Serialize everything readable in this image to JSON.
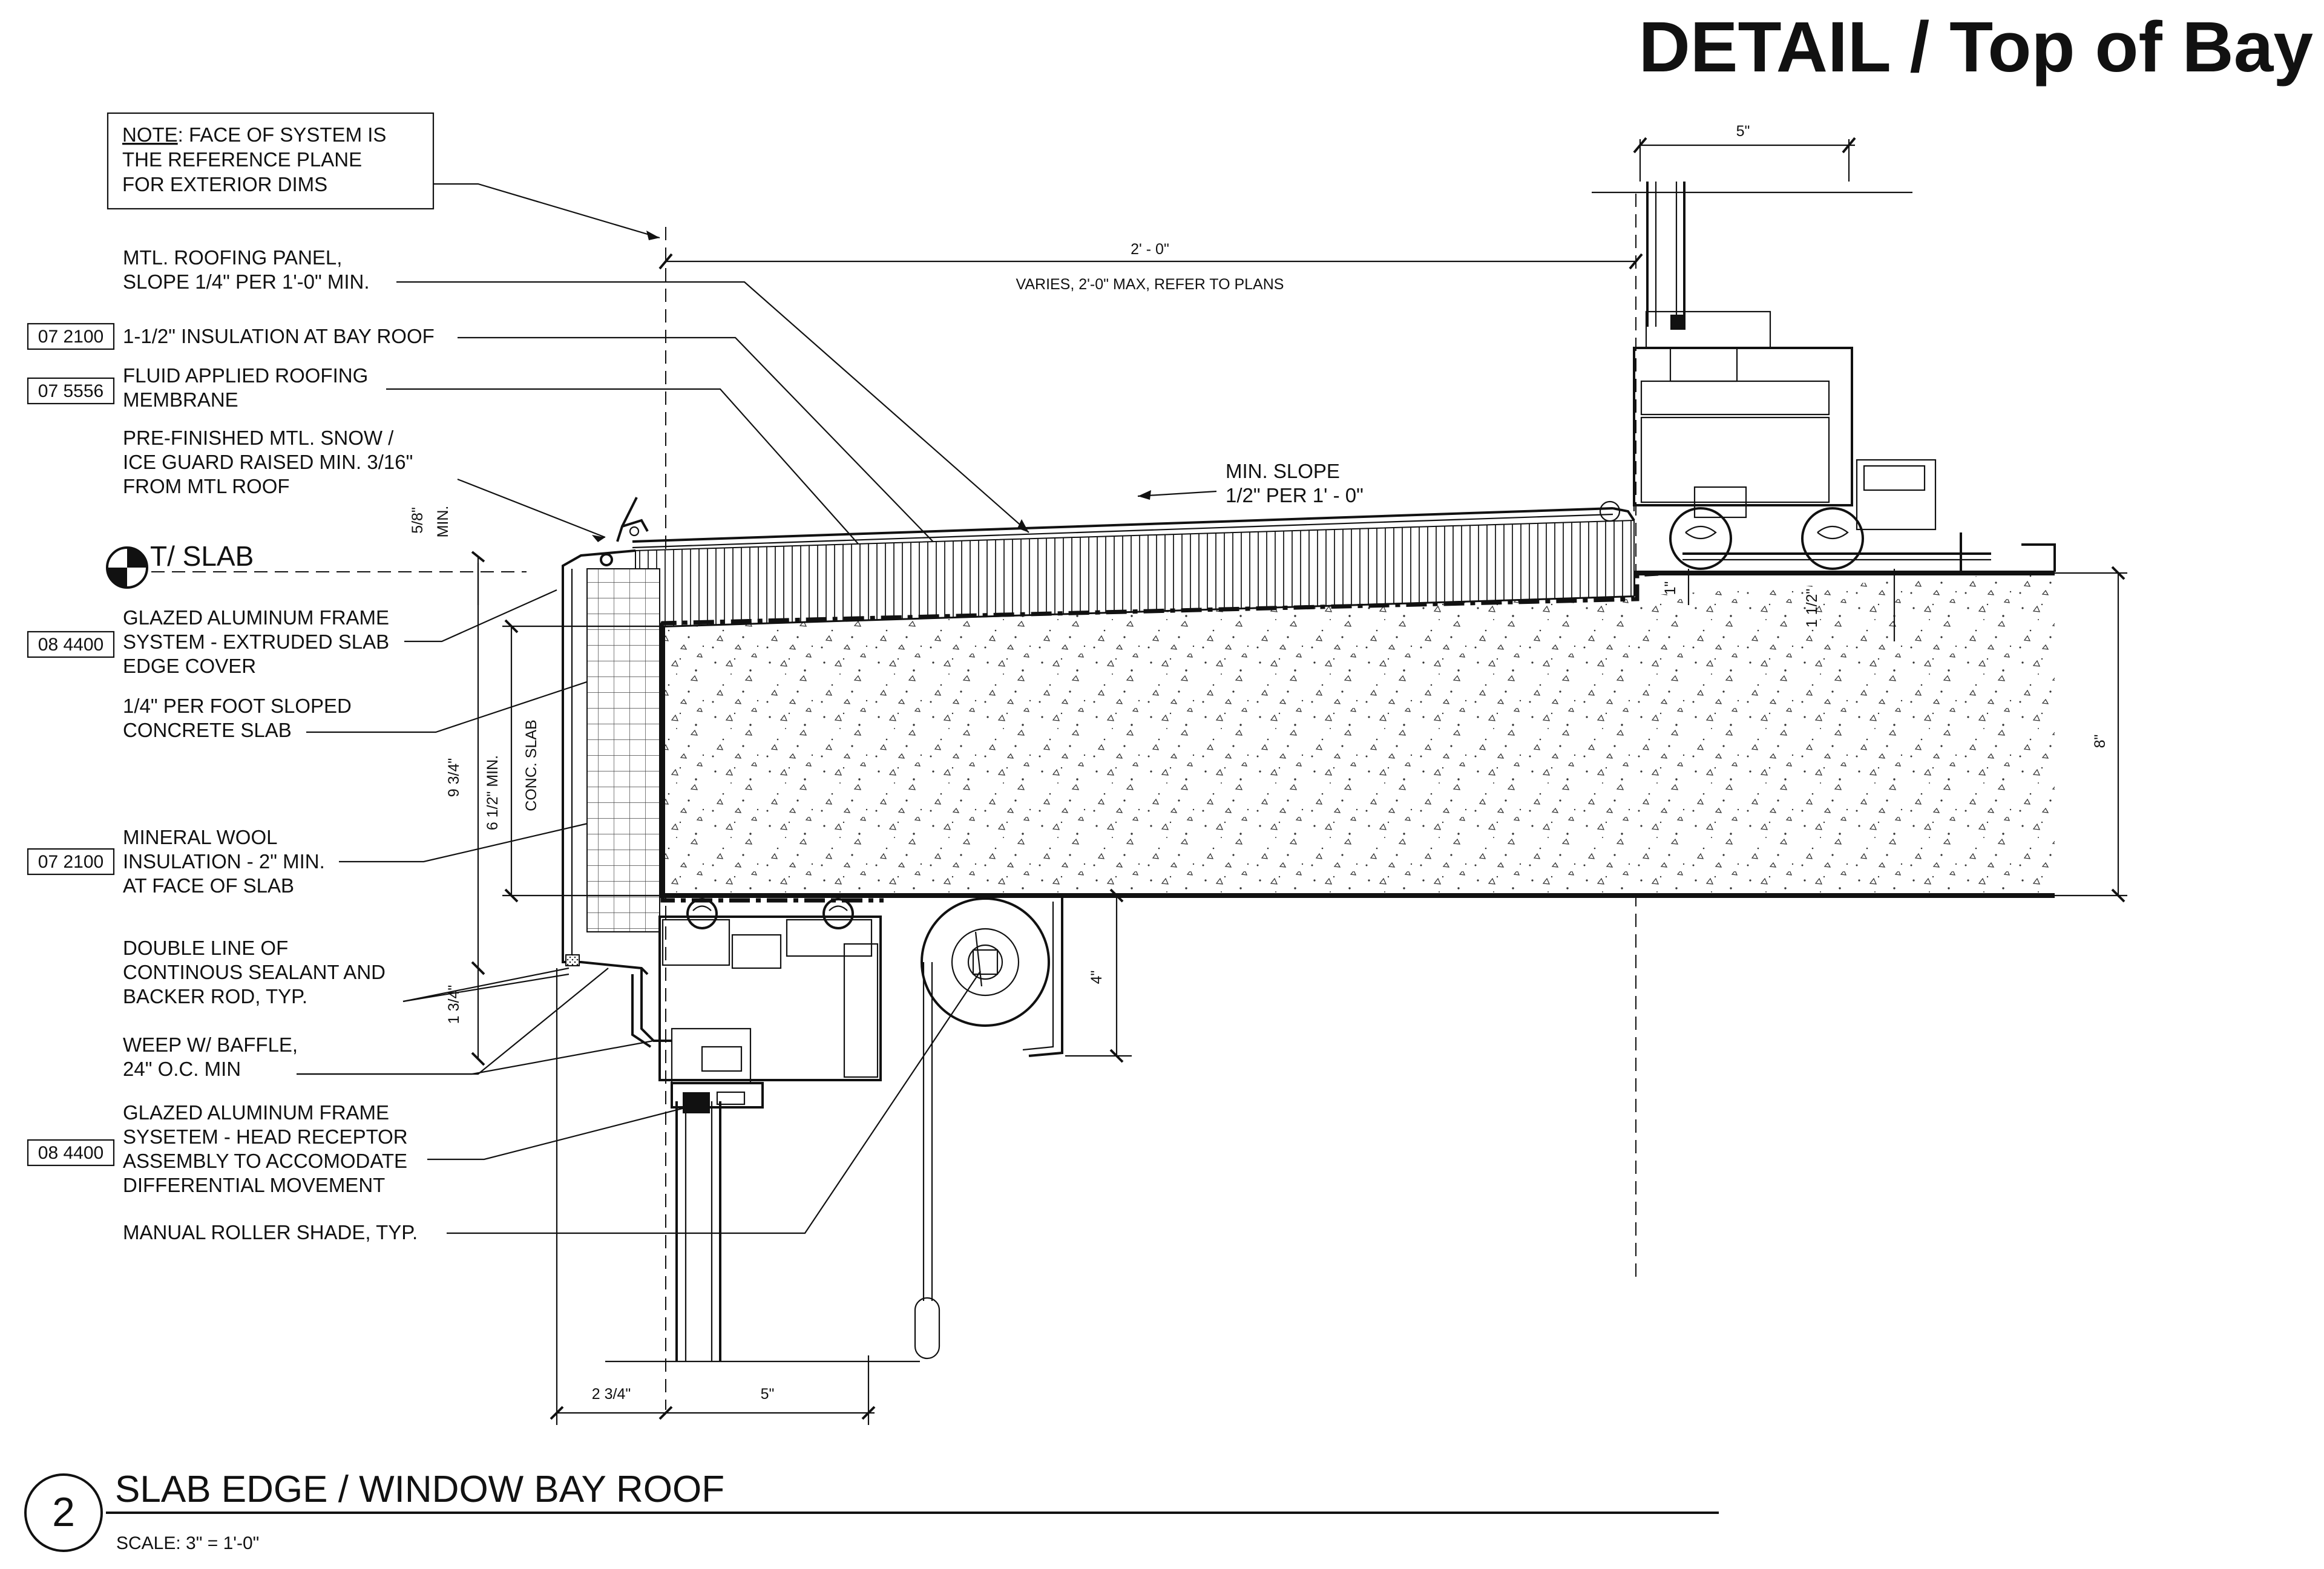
{
  "sheet_title": "DETAIL / Top of Bay",
  "detail": {
    "number": "2",
    "title": "SLAB EDGE / WINDOW BAY ROOF",
    "scale": "SCALE:  3\" = 1'-0\""
  },
  "note": {
    "lead": "NOTE",
    "line1": ": FACE OF SYSTEM IS",
    "line2": "THE REFERENCE PLANE",
    "line3": "FOR EXTERIOR DIMS"
  },
  "labels": [
    {
      "lines": [
        "MTL. ROOFING PANEL,",
        "SLOPE 1/4\" PER 1'-0\" MIN."
      ],
      "tag": ""
    },
    {
      "lines": [
        "1-1/2\" INSULATION AT BAY ROOF"
      ],
      "tag": "07 2100"
    },
    {
      "lines": [
        "FLUID APPLIED ROOFING",
        "MEMBRANE"
      ],
      "tag": "07 5556"
    },
    {
      "lines": [
        "PRE-FINISHED MTL. SNOW /",
        "ICE GUARD RAISED MIN. 3/16\"",
        "FROM MTL ROOF"
      ],
      "tag": ""
    },
    {
      "lines": [
        "GLAZED ALUMINUM FRAME",
        "SYSTEM - EXTRUDED SLAB",
        "EDGE COVER"
      ],
      "tag": "08 4400"
    },
    {
      "lines": [
        "1/4\" PER FOOT SLOPED",
        "CONCRETE SLAB"
      ],
      "tag": ""
    },
    {
      "lines": [
        "MINERAL WOOL",
        "INSULATION - 2\" MIN.",
        "AT FACE OF SLAB"
      ],
      "tag": "07 2100"
    },
    {
      "lines": [
        "DOUBLE LINE OF",
        "CONTINOUS SEALANT AND",
        "BACKER ROD, TYP."
      ],
      "tag": ""
    },
    {
      "lines": [
        "WEEP W/ BAFFLE,",
        "24\" O.C. MIN"
      ],
      "tag": ""
    },
    {
      "lines": [
        "GLAZED ALUMINUM FRAME",
        "SYSETEM - HEAD RECEPTOR",
        "ASSEMBLY TO ACCOMODATE",
        "DIFFERENTIAL MOVEMENT"
      ],
      "tag": "08 4400"
    },
    {
      "lines": [
        "MANUAL ROLLER SHADE, TYP."
      ],
      "tag": ""
    }
  ],
  "slab_marker": "T/ SLAB",
  "slope_note": [
    "MIN. SLOPE",
    "1/2\" PER 1' - 0\""
  ],
  "dimensions": {
    "top_width": "5\"",
    "span": "2' - 0\"",
    "span_note": "VARIES, 2'-0\" MAX, REFER TO PLANS",
    "snow_guard_gap": "5/8\"",
    "snow_guard_min": "MIN.",
    "overall_height": "9 3/4\"",
    "slab_min": "6 1/2\" MIN.",
    "slab_label": "CONC. SLAB",
    "head_gap": "1 3/4\"",
    "shade_drop": "4\"",
    "curb_step": "1\"",
    "curb_height": "1 1/2\"",
    "slab_depth": "8\"",
    "bottom_offset": "2 3/4\"",
    "bottom_width": "5\""
  }
}
